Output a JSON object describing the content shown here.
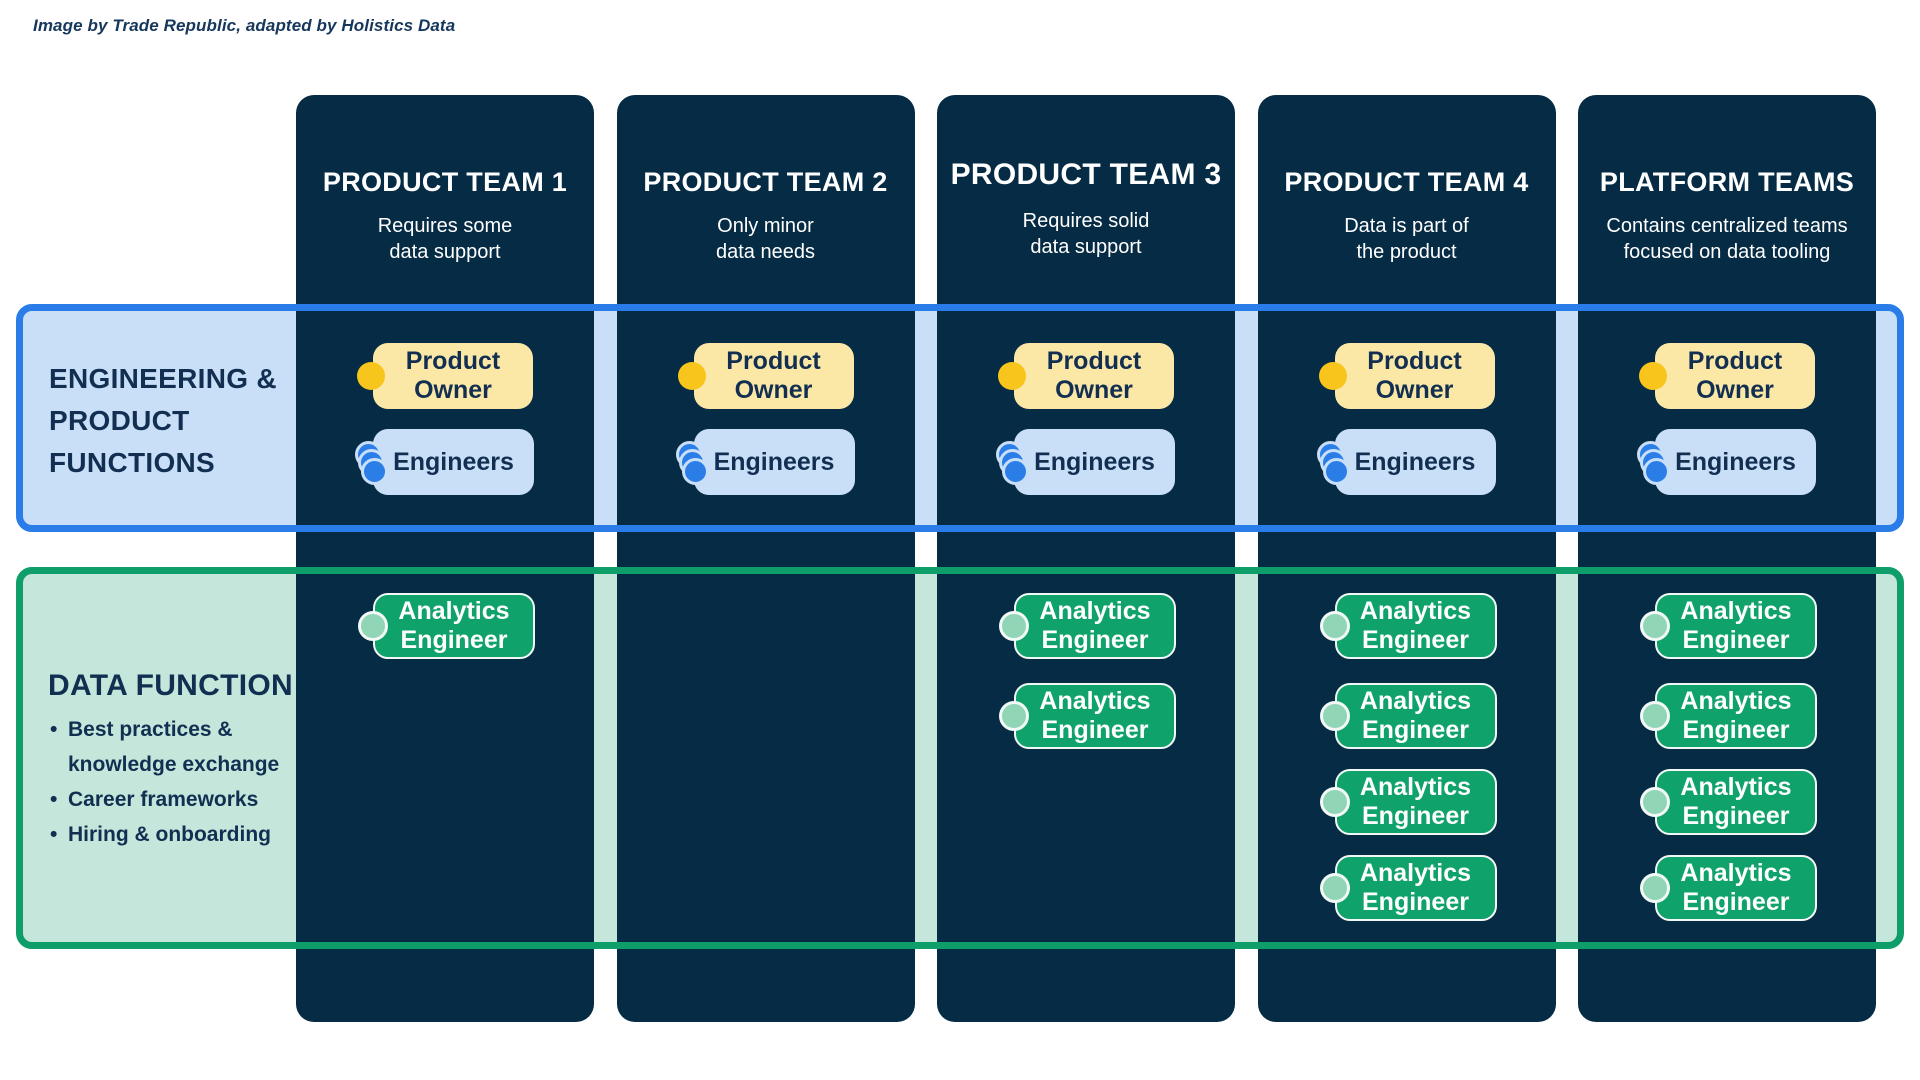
{
  "caption": "Image by Trade Republic, adapted by Holistics Data",
  "bands": {
    "engineering": {
      "label_lines": [
        "ENGINEERING &",
        "PRODUCT",
        "FUNCTIONS"
      ],
      "border_color": "#2a7de9",
      "fill_color": "#c9dff8"
    },
    "data": {
      "label": "DATA FUNCTION",
      "bullets": [
        "Best practices & knowledge exchange",
        "Career frameworks",
        "Hiring & onboarding"
      ],
      "border_color": "#0e9e6a",
      "fill_color": "#c5e6da"
    }
  },
  "columns": [
    {
      "title": "PRODUCT TEAM 1",
      "subtitle_lines": [
        "Requires some",
        "data support"
      ],
      "product_owner": true,
      "engineers": true,
      "analytics_engineers": 1
    },
    {
      "title": "PRODUCT TEAM 2",
      "subtitle_lines": [
        "Only minor",
        "data needs"
      ],
      "product_owner": true,
      "engineers": true,
      "analytics_engineers": 0
    },
    {
      "title": "PRODUCT TEAM 3",
      "subtitle_lines": [
        "Requires solid",
        "data support"
      ],
      "product_owner": true,
      "engineers": true,
      "analytics_engineers": 2
    },
    {
      "title": "PRODUCT TEAM 4",
      "subtitle_lines": [
        "Data is part of",
        "the product"
      ],
      "product_owner": true,
      "engineers": true,
      "analytics_engineers": 4
    },
    {
      "title": "PLATFORM TEAMS",
      "subtitle_lines": [
        "Contains centralized teams",
        "focused on data tooling"
      ],
      "product_owner": true,
      "engineers": true,
      "analytics_engineers": 4
    }
  ],
  "roles": {
    "product_owner_lines": [
      "Product",
      "Owner"
    ],
    "engineers_label": "Engineers",
    "analytics_engineer_lines": [
      "Analytics",
      "Engineer"
    ]
  },
  "colors": {
    "column_navy": "#062b45",
    "navy_text": "#122f52",
    "product_owner_pill": "#fbe8a6",
    "product_owner_dot": "#f8c51d",
    "engineers_pill": "#c9dff8",
    "engineers_dot": "#2b7ee8",
    "analytics_pill": "#10a26b",
    "analytics_dot": "#90d6b6"
  }
}
